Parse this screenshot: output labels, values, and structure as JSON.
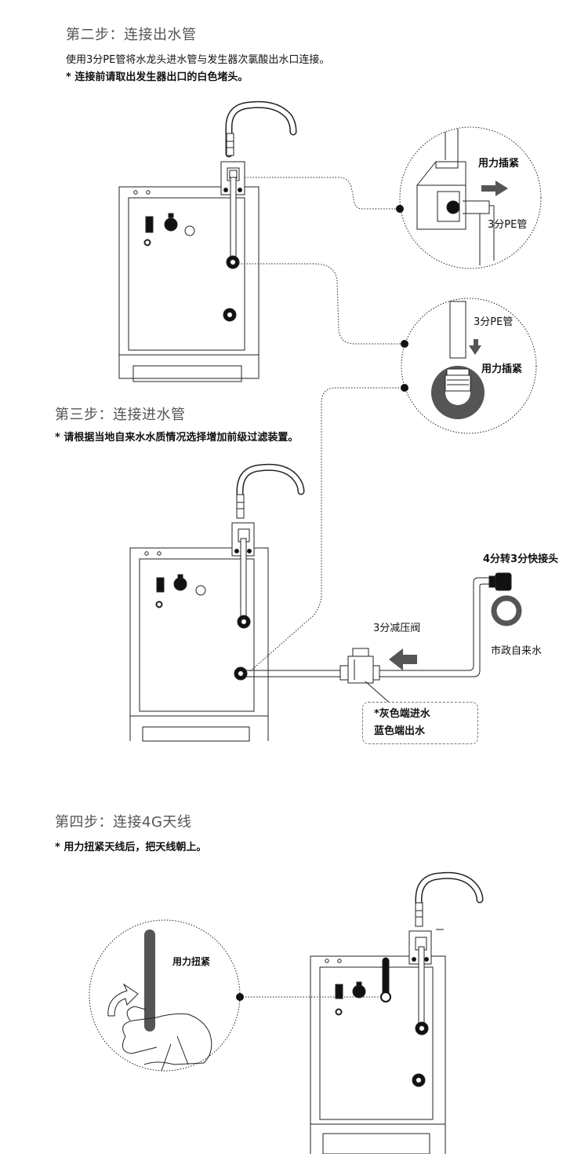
{
  "step2": {
    "heading": "第二步：连接出水管",
    "desc": "使用3分PE管将水龙头进水管与发生器次氯酸出水口连接。",
    "note": "* 连接前请取出发生器出口的白色堵头。",
    "zoom1_label": "用力插紧",
    "zoom1_pipe": "3分PE管",
    "zoom2_pipe": "3分PE管",
    "zoom2_label": "用力插紧"
  },
  "step3": {
    "heading": "第三步：连接进水管",
    "note": "* 请根据当地自来水水质情况选择增加前级过滤装置。",
    "connector_label": "4分转3分快接头",
    "valve_label": "3分减压阀",
    "source_label": "市政自来水",
    "callout_line1": "*灰色端进水",
    "callout_line2": "蓝色端出水"
  },
  "step4": {
    "heading": "第四步：连接4G天线",
    "note": "* 用力扭紧天线后，把天线朝上。",
    "zoom_label": "用力扭紧"
  }
}
